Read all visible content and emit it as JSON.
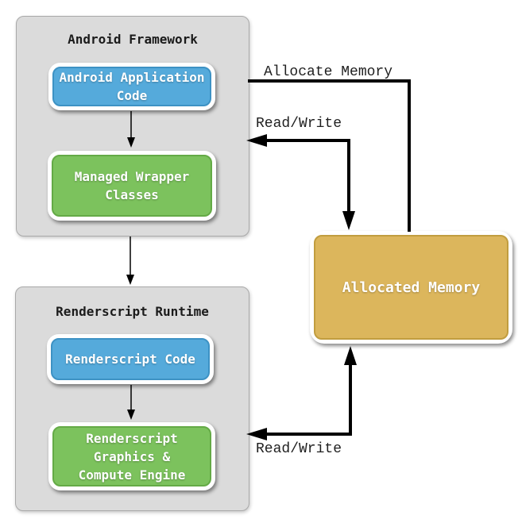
{
  "panels": {
    "framework": {
      "title": "Android Framework",
      "app_code": {
        "lines": [
          "Android Application",
          "Code"
        ]
      },
      "wrapper_classes": {
        "lines": [
          "Managed Wrapper",
          "Classes"
        ]
      }
    },
    "runtime": {
      "title": "Renderscript Runtime",
      "rs_code": {
        "lines": [
          "Renderscript Code"
        ]
      },
      "engine": {
        "lines": [
          "Renderscript",
          "Graphics &",
          "Compute Engine"
        ]
      }
    }
  },
  "memory": {
    "label": "Allocated Memory"
  },
  "edges": {
    "allocate_label": "Allocate Memory",
    "read_write_top_label": "Read/Write",
    "read_write_bottom_label": "Read/Write"
  },
  "colors": {
    "panel_bg": "#dbdbdb",
    "panel_border": "#a9a9a9",
    "blue_fill": "#55aadb",
    "blue_border": "#3d92c4",
    "green_fill": "#7cc25d",
    "green_border": "#64aa46",
    "gold_fill": "#dcb65c",
    "gold_border": "#c19d3f",
    "arrow": "#000000",
    "node_text": "#ffffff",
    "label_text": "#1f1f1f"
  }
}
